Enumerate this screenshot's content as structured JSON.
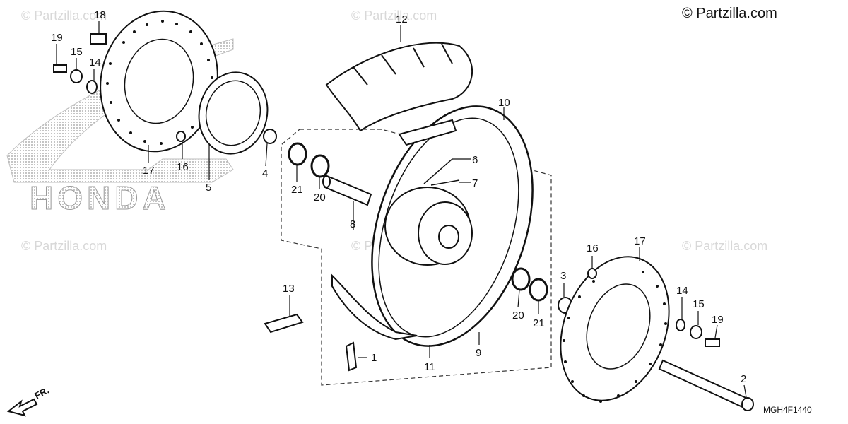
{
  "copyright": "© Partzilla.com",
  "watermarks": [
    "© Partzilla.com",
    "© Partzilla.com",
    "© Partzilla.com",
    "© Partzilla.com",
    "© Partzilla.com"
  ],
  "brand_logo_text": "HONDA",
  "diagram_code": "MGH4F1440",
  "direction_label": "FR.",
  "callouts": {
    "c18": "18",
    "c19a": "19",
    "c15a": "15",
    "c14a": "14",
    "c17a": "17",
    "c16a": "16",
    "c5": "5",
    "c4": "4",
    "c21a": "21",
    "c20a": "20",
    "c8": "8",
    "c12": "12",
    "c10": "10",
    "c6": "6",
    "c7": "7",
    "c13": "13",
    "c1": "1",
    "c11": "11",
    "c9": "9",
    "c20b": "20",
    "c21b": "21",
    "c3": "3",
    "c16b": "16",
    "c17b": "17",
    "c14b": "14",
    "c15b": "15",
    "c19b": "19",
    "c2": "2"
  }
}
